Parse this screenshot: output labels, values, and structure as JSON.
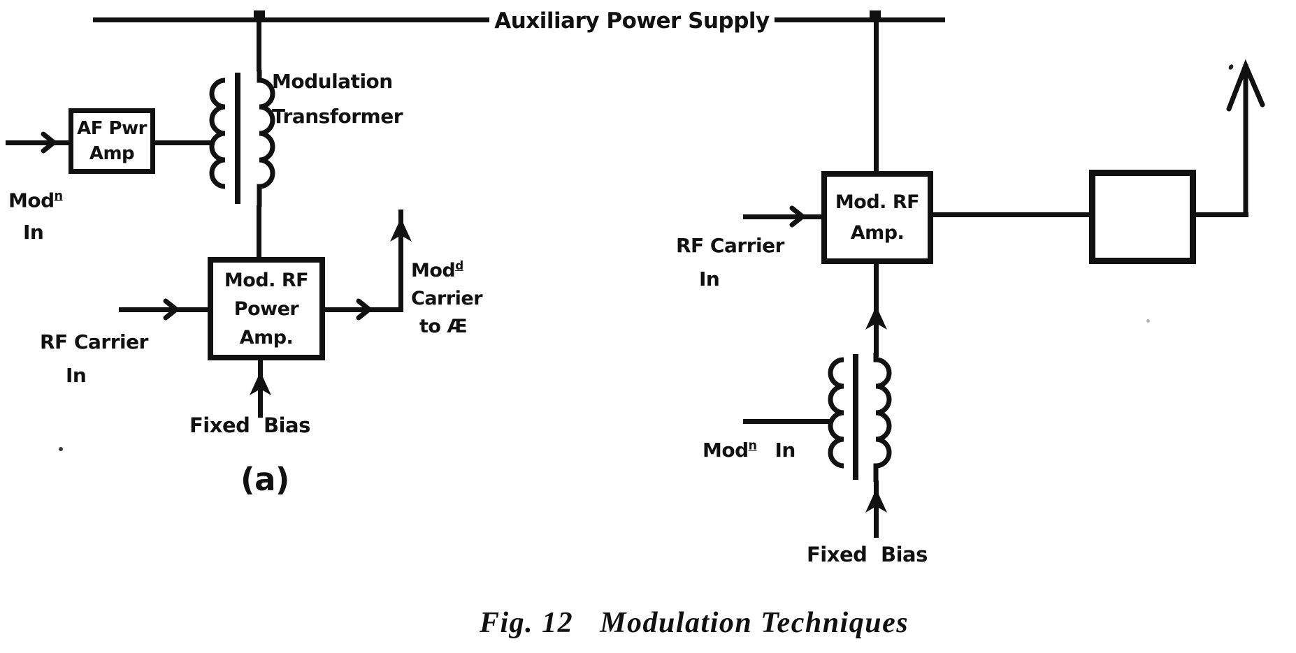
{
  "colors": {
    "ink": "#111111",
    "paper": "#ffffff"
  },
  "power_rail": {
    "label": "Auxiliary Power Supply"
  },
  "left": {
    "mod_in": {
      "word": "Mod",
      "sup": "n",
      "line2": "In"
    },
    "af_box": {
      "line1": "AF Pwr",
      "line2": "Amp"
    },
    "transformer_label": {
      "line1": "Modulation",
      "line2": "Transformer"
    },
    "pa_box": {
      "line1": "Mod. RF",
      "line2": "Power",
      "line3": "Amp."
    },
    "rf_carrier": {
      "line1": "RF Carrier",
      "line2": "In"
    },
    "mod_carrier": {
      "word": "Mod",
      "sup": "d",
      "line2": "Carrier",
      "line3": "to Æ"
    },
    "fixed_bias": "Fixed Bias",
    "sub_label": "(a)"
  },
  "right": {
    "amp_box": {
      "line1": "Mod. RF",
      "line2": "Amp."
    },
    "rf_carrier": {
      "line1": "RF Carrier",
      "line2": "In"
    },
    "mod_in": {
      "word": "Mod",
      "sup": "n",
      "suffix": "In"
    },
    "fixed_bias": "Fixed Bias"
  },
  "caption": {
    "fig": "Fig. 12",
    "title": "Modulation Techniques"
  }
}
